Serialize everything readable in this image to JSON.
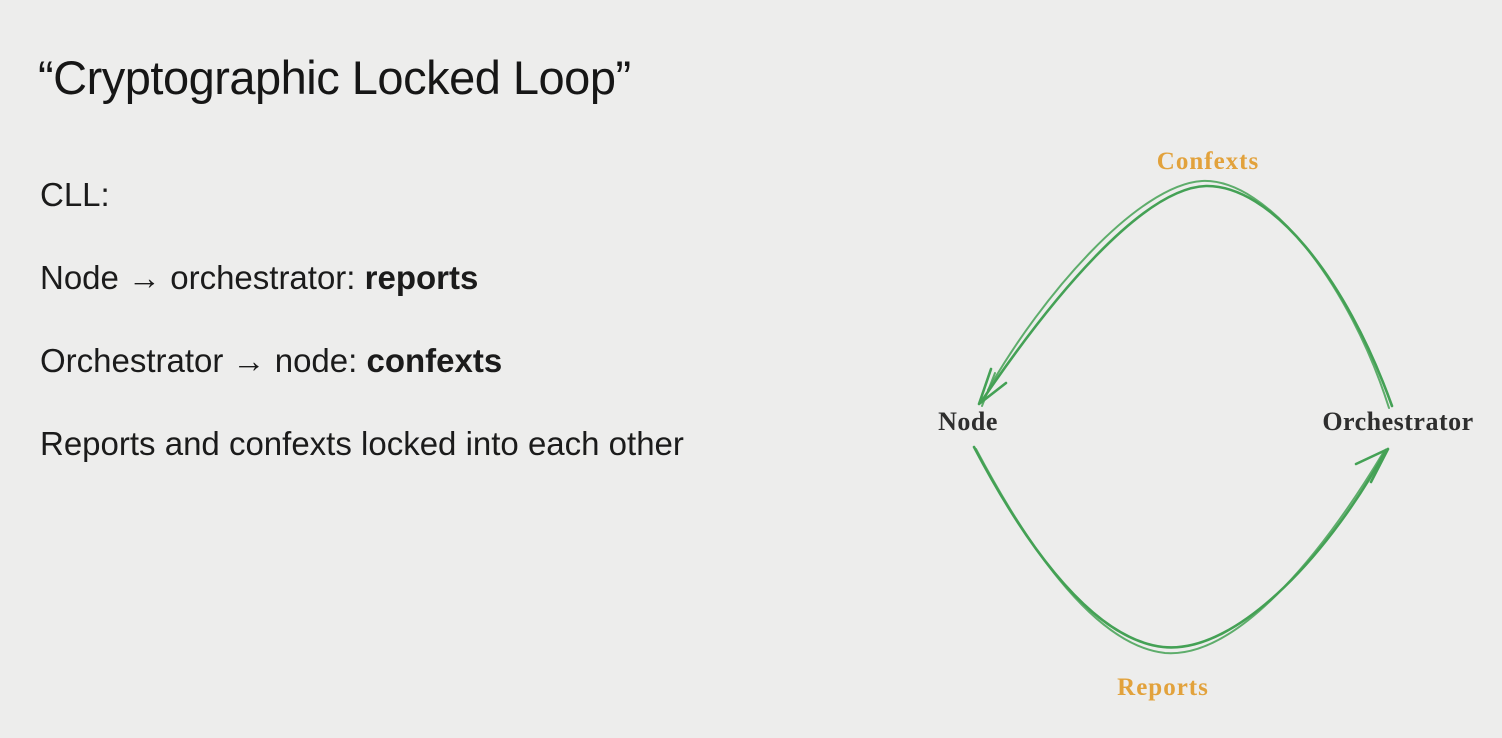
{
  "background": "#ededec",
  "slide": {
    "title": "“Cryptographic Locked Loop”",
    "bullets": [
      {
        "text": "CLL:",
        "bold": ""
      },
      {
        "text": "Node → orchestrator: ",
        "bold": "reports"
      },
      {
        "text": "Orchestrator → node: ",
        "bold": "confexts"
      },
      {
        "text": "Reports and confexts locked into each other",
        "bold": ""
      }
    ]
  },
  "diagram": {
    "type": "cycle",
    "nodes": [
      {
        "id": "node",
        "label": "Node"
      },
      {
        "id": "orchestrator",
        "label": "Orchestrator"
      }
    ],
    "edges": [
      {
        "label": "Confexts",
        "from": "Orchestrator",
        "to": "Node",
        "position": "top-arc"
      },
      {
        "label": "Reports",
        "from": "Node",
        "to": "Orchestrator",
        "position": "bottom-arc"
      }
    ],
    "colors": {
      "arrow_green": "#44a155",
      "edge_label_orange": "#e2a23c",
      "node_label_dark": "#2e2e2e",
      "background": "#ededec",
      "text": "#1b1b1b"
    }
  }
}
